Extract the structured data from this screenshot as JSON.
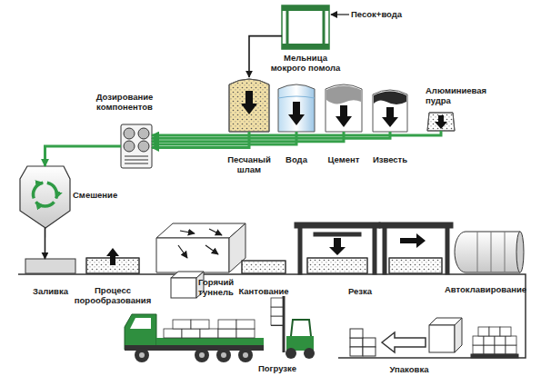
{
  "diagram": {
    "nodes": [
      {
        "text": [
          "Мельница мокрого помола"
        ]
      },
      {
        "text": [
          "Песчаный шлам"
        ]
      },
      {
        "text": [
          "Вода"
        ]
      },
      {
        "text": [
          "Цемент"
        ]
      },
      {
        "text": [
          "Известь"
        ]
      },
      {
        "text": [
          "Алюминиевая пудра"
        ]
      },
      {
        "text": [
          "Дозирование компонентов"
        ]
      },
      {
        "text": [
          "Смешение"
        ]
      },
      {
        "text": [
          "Заливка"
        ]
      },
      {
        "text": [
          "Процесс порообразования"
        ]
      },
      {
        "text": [
          "Горячий туннель"
        ]
      },
      {
        "text": [
          "Кантование"
        ]
      },
      {
        "text": [
          "Резка"
        ]
      },
      {
        "text": [
          "Автоклавирование"
        ]
      },
      {
        "text": [
          "Погрузке"
        ]
      },
      {
        "text": [
          "Упаковка"
        ]
      }
    ],
    "edges": [
      {
        "from": 0,
        "to": 1,
        "arrow": "to"
      },
      {
        "from": 1,
        "to": 6,
        "arrow": "to"
      },
      {
        "from": 2,
        "to": 6,
        "arrow": "to"
      },
      {
        "from": 3,
        "to": 6,
        "arrow": "to"
      },
      {
        "from": 4,
        "to": 6,
        "arrow": "to"
      },
      {
        "from": 5,
        "to": 6,
        "arrow": "to"
      },
      {
        "from": 6,
        "to": 7,
        "arrow": "to"
      },
      {
        "from": 7,
        "to": 8,
        "arrow": "to"
      }
    ],
    "labels": [
      "Песок+вода"
    ]
  }
}
